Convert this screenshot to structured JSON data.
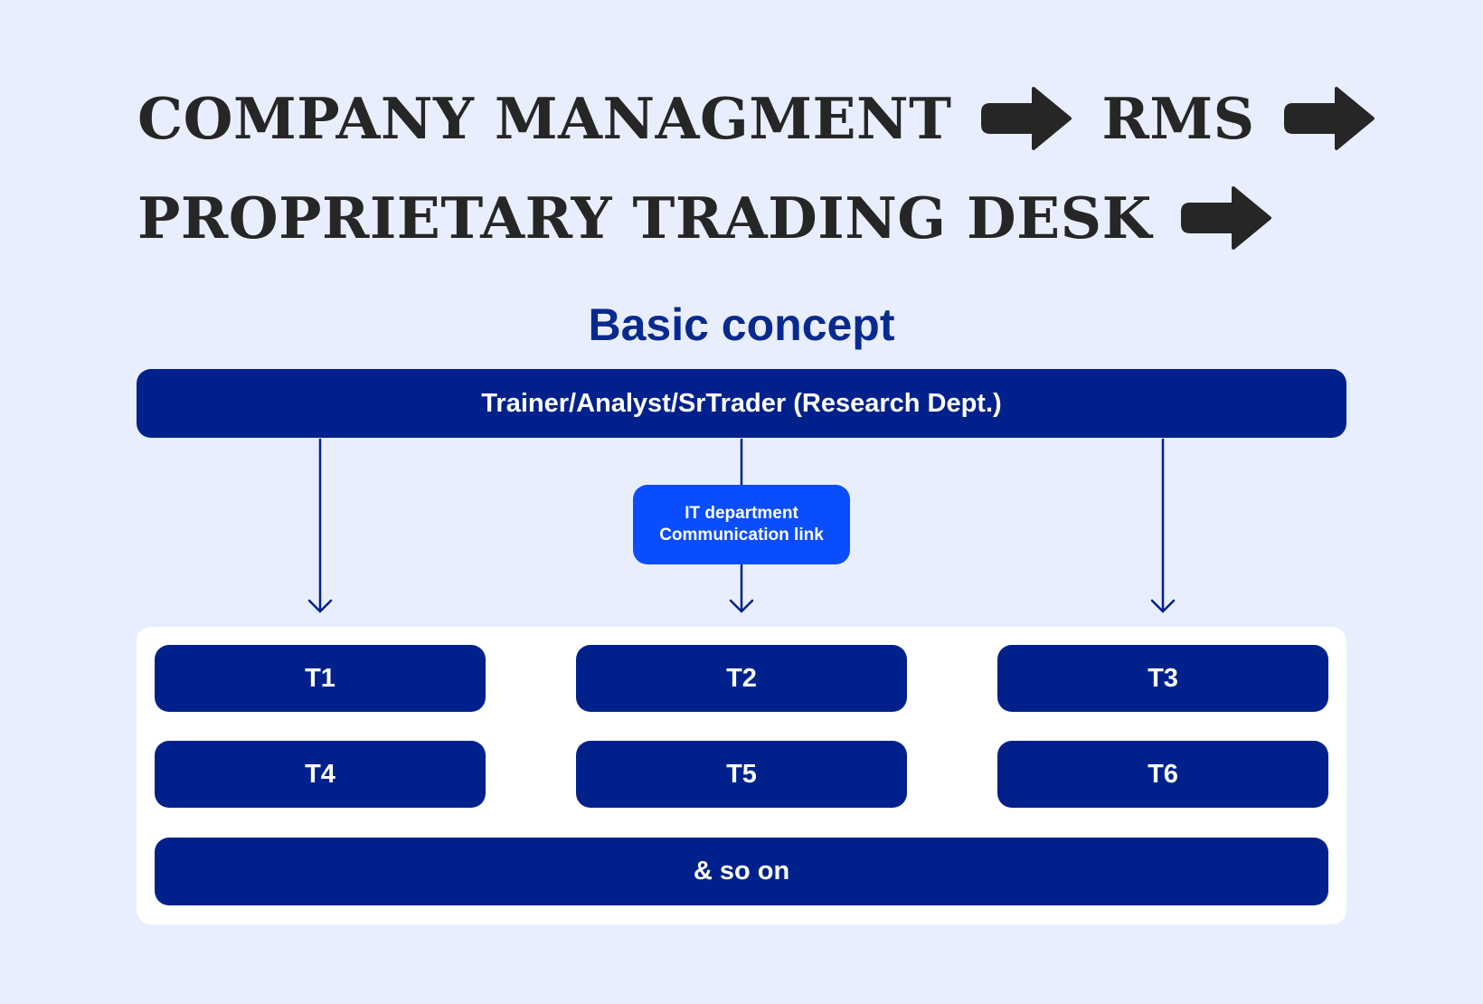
{
  "heading": {
    "line1_left": "COMPANY MANAGMENT",
    "line1_right": "RMS",
    "line2": "PROPRIETARY TRADING DESK"
  },
  "subtitle": "Basic concept",
  "research": {
    "label": "Trainer/Analyst/SrTrader (Research Dept.)"
  },
  "it_box": {
    "line1": "IT department",
    "line2": "Communication link"
  },
  "teams": [
    "T1",
    "T2",
    "T3",
    "T4",
    "T5",
    "T6"
  ],
  "more": "& so on",
  "colors": {
    "background": "#e8eefd",
    "heading_text": "#262626",
    "primary_box": "#00218c",
    "it_box": "#0a4dfc",
    "panel": "#ffffff"
  },
  "icons": {
    "heading_arrow": "right-arrow-icon",
    "connector_arrow": "down-arrow-icon"
  }
}
